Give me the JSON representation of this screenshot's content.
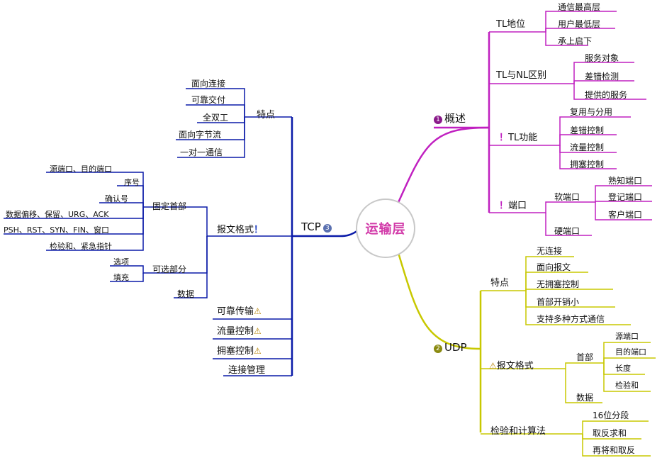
{
  "center": {
    "title": "运输层"
  },
  "overview": {
    "badge": "1",
    "label": "概述",
    "tl_position": {
      "label": "TL地位",
      "items": [
        "通信最高层",
        "用户最低层",
        "承上启下"
      ]
    },
    "tl_nl_diff": {
      "label": "TL与NL区别",
      "items": [
        "服务对象",
        "差错检测",
        "提供的服务"
      ]
    },
    "tl_function": {
      "bang": "！",
      "label": "TL功能",
      "items": [
        "复用与分用",
        "差错控制",
        "流量控制",
        "拥塞控制"
      ]
    },
    "port": {
      "bang": "！",
      "label": "端口",
      "soft": {
        "label": "软端口",
        "items": [
          "熟知端口",
          "登记端口",
          "客户端口"
        ]
      },
      "hard": {
        "label": "硬端口"
      }
    }
  },
  "udp": {
    "badge": "2",
    "label": "UDP",
    "features": {
      "label": "特点",
      "items": [
        "无连接",
        "面向报文",
        "无拥塞控制",
        "首部开销小",
        "支持多种方式通信"
      ]
    },
    "format": {
      "label": "报文格式",
      "header": {
        "label": "首部",
        "items": [
          "源端口",
          "目的端口",
          "长度",
          "检验和"
        ]
      },
      "data": {
        "label": "数据"
      }
    },
    "checksum": {
      "label": "检验和计算法",
      "items": [
        "16位分段",
        "取反求和",
        "再将和取反"
      ]
    }
  },
  "tcp": {
    "badge": "3",
    "label": "TCP",
    "features": {
      "label": "特点",
      "items": [
        "面向连接",
        "可靠交付",
        "全双工",
        "面向字节流",
        "一对一通信"
      ]
    },
    "format": {
      "label": "报文格式",
      "bang": "！",
      "fixed": {
        "label": "固定首部",
        "items": [
          "源端口、目的端口",
          "序号",
          "确认号",
          "数据偏移、保留、URG、ACK",
          "PSH、RST、SYN、FIN、窗口",
          "检验和、紧急指针"
        ]
      },
      "optional": {
        "label": "可选部分",
        "items": [
          "选项",
          "填充"
        ]
      },
      "data": {
        "label": "数据"
      }
    },
    "reliable": {
      "label": "可靠传输"
    },
    "flow": {
      "label": "流量控制"
    },
    "congestion": {
      "label": "拥塞控制"
    },
    "connection": {
      "label": "连接管理"
    }
  },
  "icons": {
    "warning": "warning-icon"
  },
  "colors": {
    "overview": "#c020c0",
    "udp": "#c8c800",
    "tcp": "#0a1aa8",
    "warning": "#e0a000"
  }
}
